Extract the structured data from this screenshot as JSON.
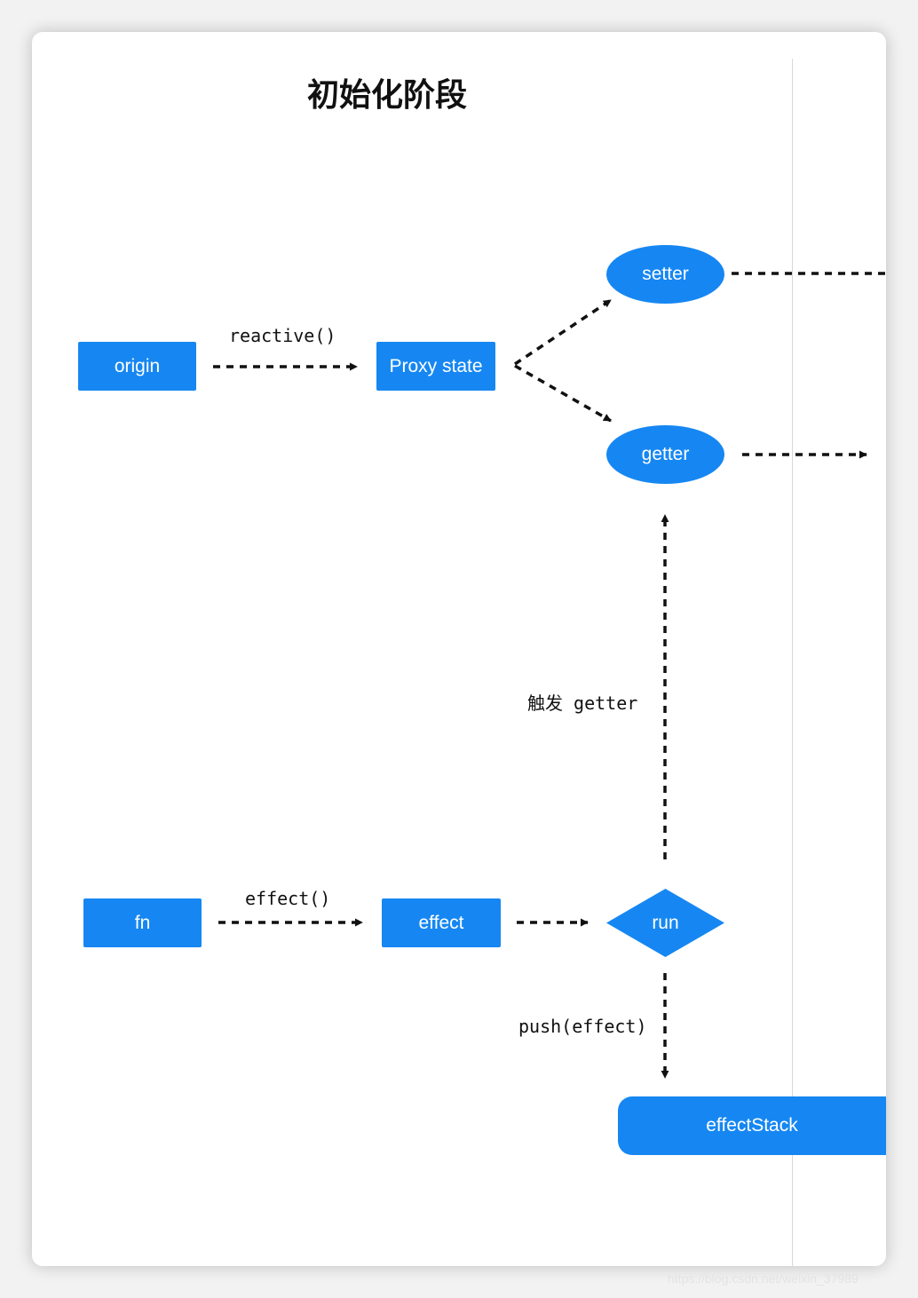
{
  "title": "初始化阶段",
  "nodes": {
    "origin": "origin",
    "proxy_state": "Proxy state",
    "setter": "setter",
    "getter": "getter",
    "fn": "fn",
    "effect": "effect",
    "run": "run",
    "effect_stack": "effectStack"
  },
  "edge_labels": {
    "reactive": "reactive()",
    "trigger_getter": "触发 getter",
    "effect_call": "effect()",
    "push_effect": "push(effect)"
  },
  "colors": {
    "node_fill": "#1687f2",
    "node_text": "#ffffff",
    "arrow": "#111111"
  },
  "watermark": "https://blog.csdn.net/weixin_37989"
}
